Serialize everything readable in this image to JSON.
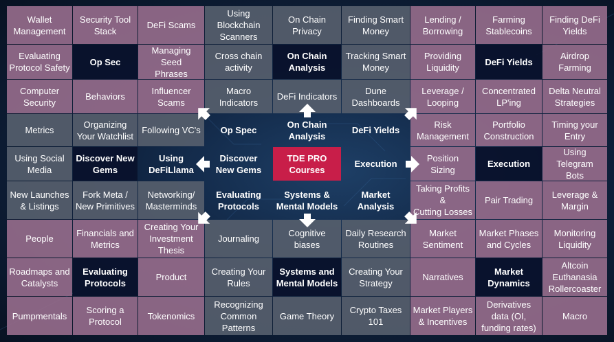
{
  "colors": {
    "pink": "#936a8a",
    "grey": "#565e6c",
    "navy": "#09122c",
    "center": "#c81e49",
    "arrow": "#ffffff"
  },
  "grid": {
    "rows": [
      [
        "Wallet\nManagement",
        "Security Tool\nStack",
        "DeFi Scams",
        "Using\nBlockchain\nScanners",
        "On Chain\nPrivacy",
        "Finding Smart\nMoney",
        "Lending /\nBorrowing",
        "Farming\nStablecoins",
        "Finding DeFi\nYields"
      ],
      [
        "Evaluating\nProtocol Safety",
        "Op Sec",
        "Managing Seed\nPhrases",
        "Cross chain\nactivity",
        "On Chain\nAnalysis",
        "Tracking Smart\nMoney",
        "Providing\nLiquidity",
        "DeFi Yields",
        "Airdrop\nFarming"
      ],
      [
        "Computer\nSecurity",
        "Behaviors",
        "Influencer\nScams",
        "Macro\nIndicators",
        "DeFi Indicators",
        "Dune\nDashboards",
        "Leverage /\nLooping",
        "Concentrated\nLP'ing",
        "Delta Neutral\nStrategies"
      ],
      [
        "Metrics",
        "Organizing\nYour Watchlist",
        "Following VC's",
        "Op Spec",
        "On Chain\nAnalysis",
        "DeFi Yields",
        "Risk\nManagement",
        "Portfolio\nConstruction",
        "Timing your\nEntry"
      ],
      [
        "Using Social\nMedia",
        "Discover New\nGems",
        "Using\nDeFiLlama",
        "Discover\nNew Gems",
        "TDE PRO\nCourses",
        "Execution",
        "Position\nSizing",
        "Execution",
        "Using Telegram\nBots"
      ],
      [
        "New Launches\n& Listings",
        "Fork Meta /\nNew Primitives",
        "Networking/\nMasterminds",
        "Evaluating\nProtocols",
        "Systems &\nMental Models",
        "Market Analysis",
        "Taking Profits &\nCutting Losses",
        "Pair Trading",
        "Leverage &\nMargin"
      ],
      [
        "People",
        "Financials and\nMetrics",
        "Creating Your\nInvestment\nThesis",
        "Journaling",
        "Cognitive biases",
        "Daily Research\nRoutines",
        "Market\nSentiment",
        "Market Phases\nand Cycles",
        "Monitoring\nLiquidity"
      ],
      [
        "Roadmaps and\nCatalysts",
        "Evaluating\nProtocols",
        "Product",
        "Creating Your\nRules",
        "Systems and\nMental Models",
        "Creating Your\nStrategy",
        "Narratives",
        "Market\nDynamics",
        "Altcoin\nEuthanasia\nRollercoaster"
      ],
      [
        "Pumpmentals",
        "Scoring a\nProtocol",
        "Tokenomics",
        "Recognizing\nCommon\nPatterns",
        "Game Theory",
        "Crypto Taxes\n101",
        "Market Players\n& Incentives",
        "Derivatives\ndata (OI,\nfunding rates)",
        "Macro"
      ]
    ]
  }
}
